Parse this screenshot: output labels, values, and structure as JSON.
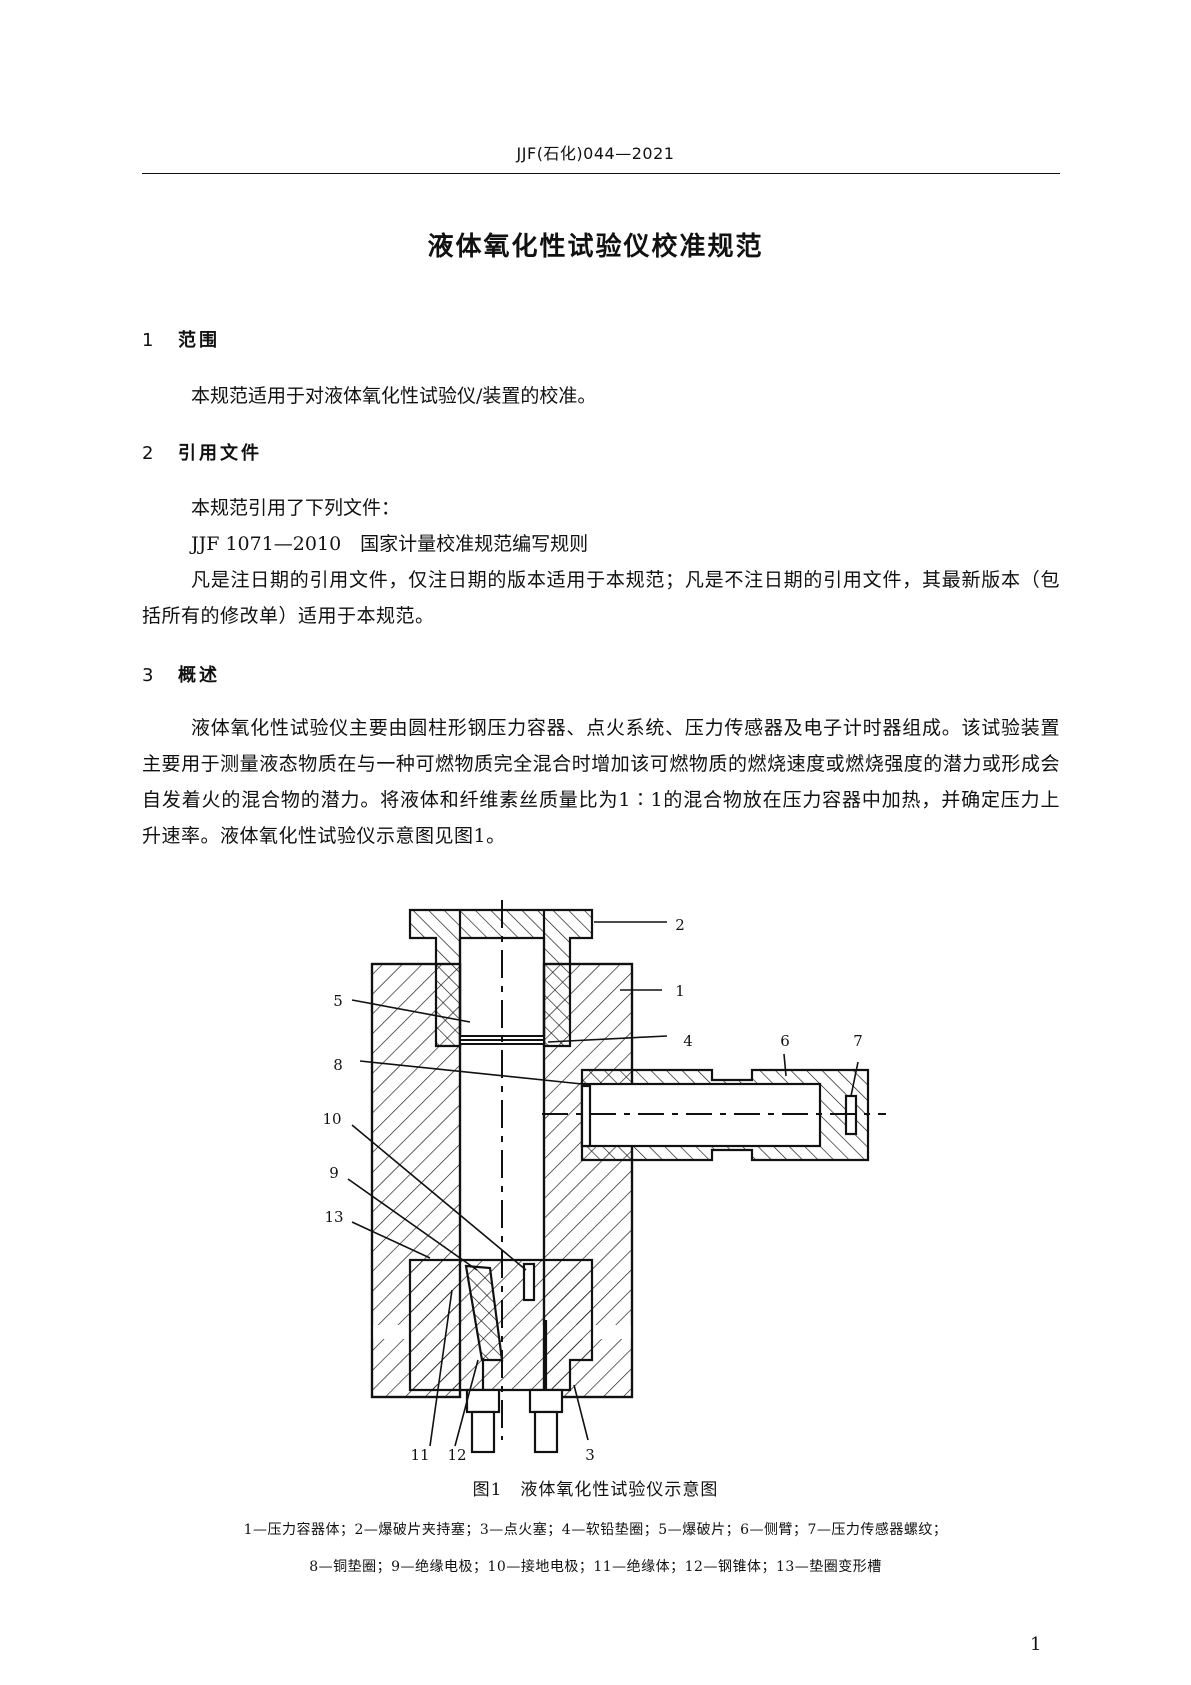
{
  "header": {
    "code": "JJF(石化)044—2021"
  },
  "title": "液体氧化性试验仪校准规范",
  "sections": [
    {
      "number": "1",
      "heading": "范围",
      "paragraphs": [
        "本规范适用于对液体氧化性试验仪/装置的校准。"
      ]
    },
    {
      "number": "2",
      "heading": "引用文件",
      "paragraphs": [
        "本规范引用了下列文件：",
        "JJF 1071—2010　国家计量校准规范编写规则",
        "凡是注日期的引用文件，仅注日期的版本适用于本规范；凡是不注日期的引用文件，其最新版本（包括所有的修改单）适用于本规范。"
      ]
    },
    {
      "number": "3",
      "heading": "概述",
      "paragraphs": [
        "液体氧化性试验仪主要由圆柱形钢压力容器、点火系统、压力传感器及电子计时器组成。该试验装置主要用于测量液态物质在与一种可燃物质完全混合时增加该可燃物质的燃烧速度或燃烧强度的潜力或形成会自发着火的混合物的潜力。将液体和纤维素丝质量比为1∶1的混合物放在压力容器中加热，并确定压力上升速率。液体氧化性试验仪示意图见图1。"
      ]
    }
  ],
  "figure": {
    "callouts": [
      "1",
      "2",
      "3",
      "4",
      "5",
      "6",
      "7",
      "8",
      "9",
      "10",
      "11",
      "12",
      "13"
    ],
    "caption": "图1　液体氧化性试验仪示意图",
    "legend_lines": [
      "1—压力容器体；2—爆破片夹持塞；3—点火塞；4—软铅垫圈；5—爆破片；6—侧臂；7—压力传感器螺纹；",
      "8—铜垫圈；9—绝缘电极；10—接地电极；11—绝缘体；12—钢锥体；13—垫圈变形槽"
    ]
  },
  "page_number": "1"
}
